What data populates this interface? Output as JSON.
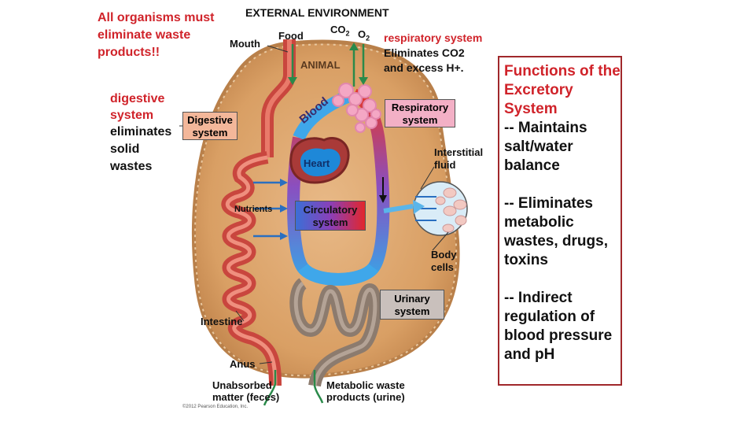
{
  "header": {
    "external_environment": "EXTERNAL ENVIRONMENT",
    "co2": "CO",
    "co2_sub": "2",
    "o2": "O",
    "o2_sub": "2"
  },
  "notes": {
    "top_left": "All organisms must eliminate waste products!!",
    "digestive_red": "digestive system",
    "digestive_black": "eliminates solid wastes",
    "respiratory_red": "respiratory system",
    "respiratory_black": "Eliminates CO2 and excess H+."
  },
  "labels": {
    "mouth": "Mouth",
    "food": "Food",
    "animal": "ANIMAL",
    "blood": "Blood",
    "heart": "Heart",
    "nutrients": "Nutrients",
    "interstitial_fluid": "Interstitial fluid",
    "body_cells": "Body cells",
    "intestine": "Intestine",
    "anus": "Anus",
    "unabsorbed": "Unabsorbed matter (feces)",
    "metabolic": "Metabolic waste products (urine)",
    "copyright": "©2012 Pearson Education, Inc."
  },
  "boxes": {
    "digestive": "Digestive system",
    "respiratory": "Respiratory system",
    "circulatory": "Circulatory system",
    "urinary": "Urinary system"
  },
  "functions_panel": {
    "title": "Functions of the Excretory System",
    "items": [
      "-- Maintains salt/water balance",
      "-- Eliminates metabolic wastes, drugs, toxins",
      "-- Indirect regulation of blood pressure and pH"
    ]
  },
  "colors": {
    "red_text": "#d0232a",
    "body_fill": "#dda66e",
    "body_outline": "#b9804a",
    "digestive_box": "#f3b79a",
    "respiratory_box": "#f3b0c6",
    "urinary_box": "#c9c0bc",
    "panel_border": "#a0282b"
  }
}
